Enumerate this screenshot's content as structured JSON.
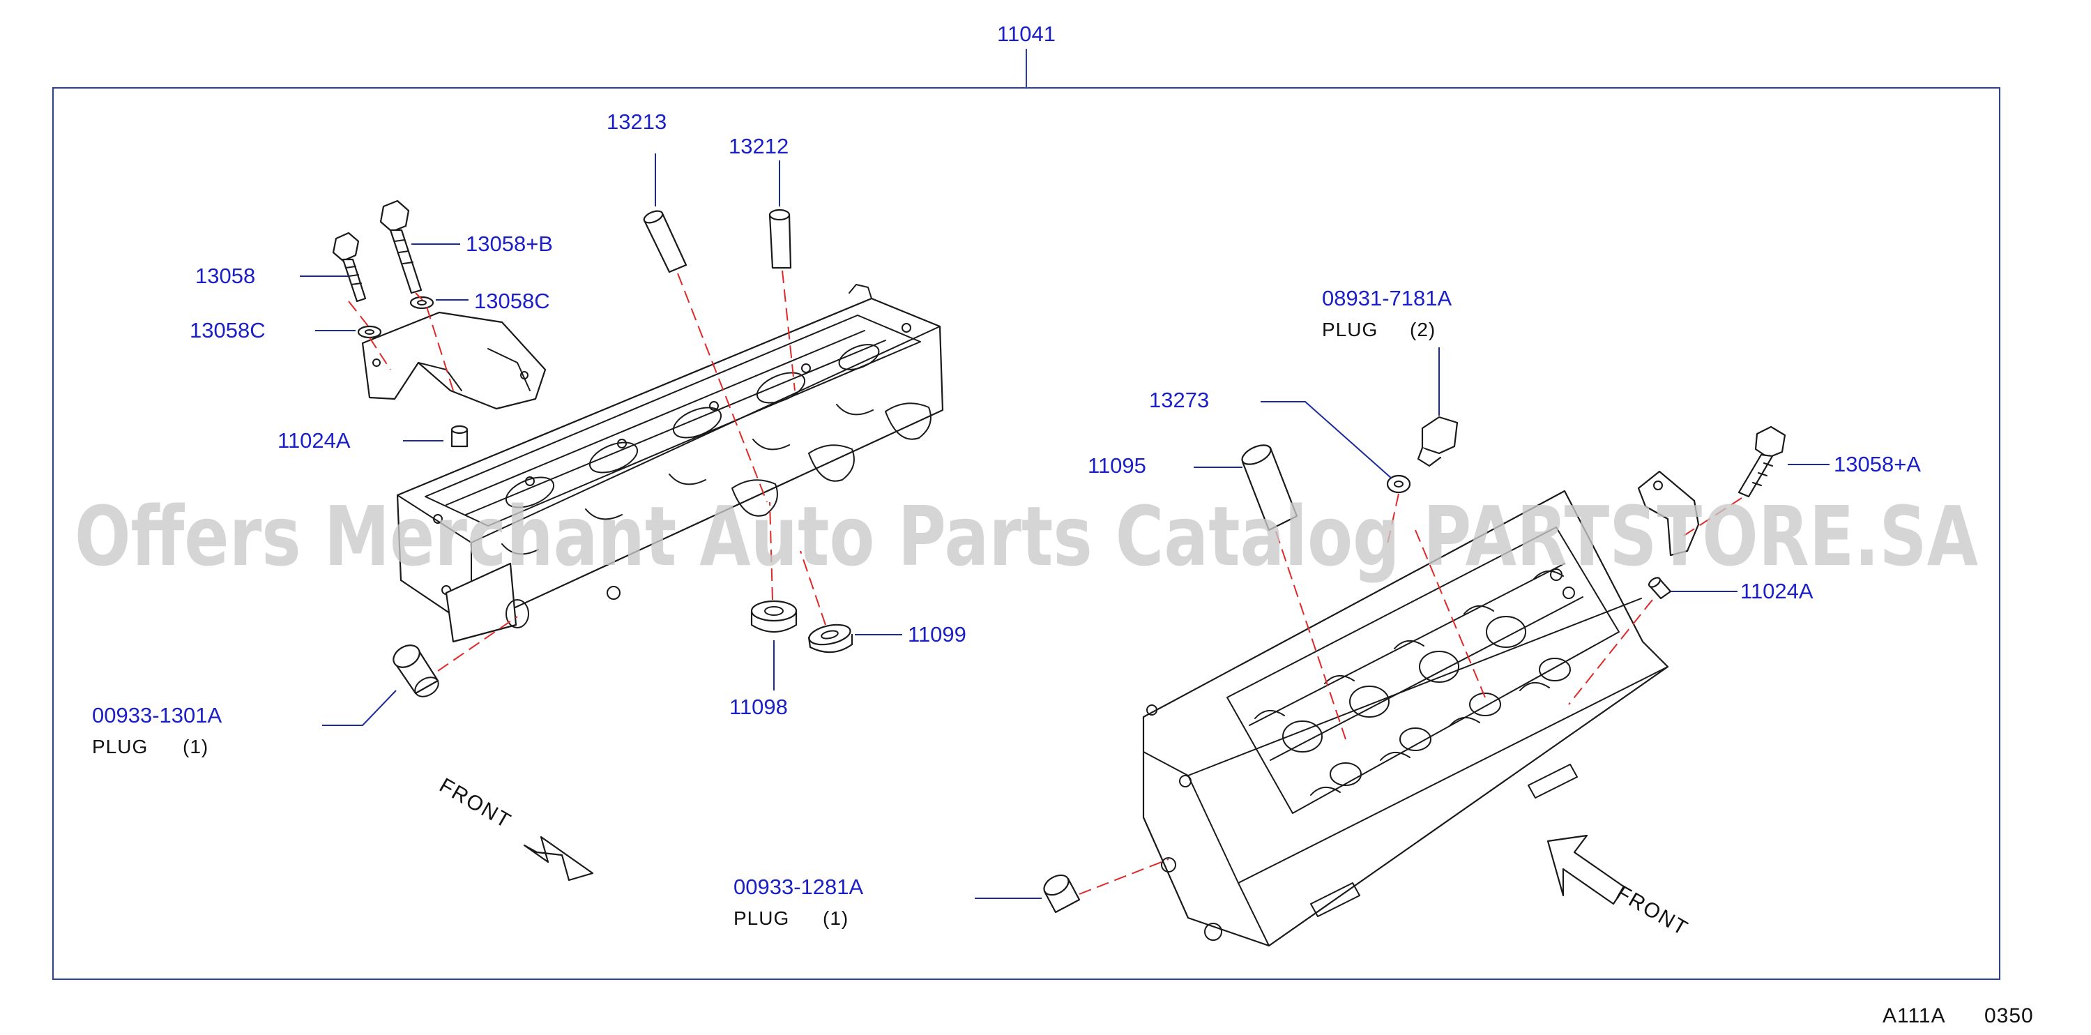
{
  "assembly": {
    "part_no": "11041"
  },
  "left_head": {
    "callouts": {
      "p13213": "13213",
      "p13212": "13212",
      "p13058b": "13058+B",
      "p13058": "13058",
      "p13058c_right": "13058C",
      "p13058c_left": "13058C",
      "p11024a": "11024A",
      "p11099": "11099",
      "p11098": "11098",
      "plug_no": "00933-1301A",
      "plug_desc": "PLUG",
      "plug_qty": "(1)"
    },
    "front_label": "FRONT"
  },
  "right_head": {
    "callouts": {
      "plug2_no": "08931-7181A",
      "plug2_desc": "PLUG",
      "plug2_qty": "(2)",
      "p13273": "13273",
      "p11095": "11095",
      "p13058a": "13058+A",
      "p11024a": "11024A",
      "plug_no": "00933-1281A",
      "plug_desc": "PLUG",
      "plug_qty": "(1)"
    },
    "front_label": "FRONT"
  },
  "watermark": "Offers Merchant Auto Parts Catalog PARTSTORE.SA",
  "diagram_code": {
    "ref": "A111A",
    "page": "0350"
  },
  "colors": {
    "callout": "#1b1fc8",
    "leader": "#1b2a99",
    "dashed": "#e02828",
    "frame": "#2a3fa8",
    "watermark": "#c9c9c9"
  }
}
